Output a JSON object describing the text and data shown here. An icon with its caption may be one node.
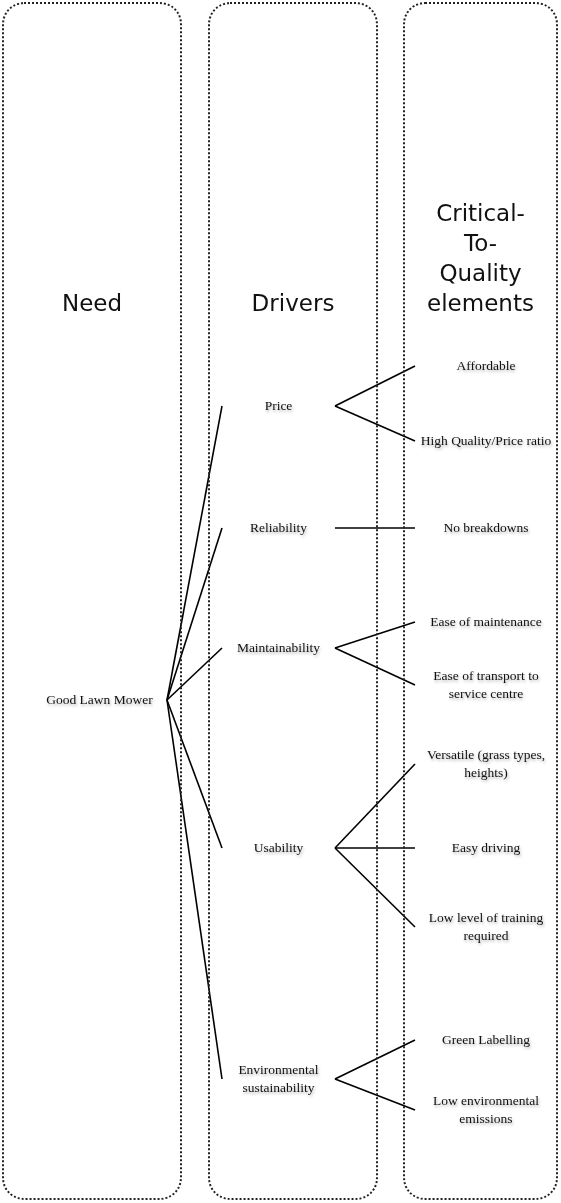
{
  "diagram": {
    "nodes": [
      {
        "text": [
          "Need"
        ]
      },
      {
        "text": [
          "Drivers"
        ]
      },
      {
        "text": [
          "Critical-To-Quality elements"
        ]
      },
      {
        "text": [
          "Good Lawn Mower"
        ],
        "in": 0
      },
      {
        "text": [
          "Price"
        ],
        "in": 1
      },
      {
        "text": [
          "Reliability"
        ],
        "in": 1
      },
      {
        "text": [
          "Maintainability"
        ],
        "in": 1
      },
      {
        "text": [
          "Usability"
        ],
        "in": 1
      },
      {
        "text": [
          "Environmental sustainability"
        ],
        "in": 1
      },
      {
        "text": [
          "Affordable"
        ],
        "in": 2
      },
      {
        "text": [
          "High Quality/Price ratio"
        ],
        "in": 2
      },
      {
        "text": [
          "No breakdowns"
        ],
        "in": 2
      },
      {
        "text": [
          "Ease of maintenance"
        ],
        "in": 2
      },
      {
        "text": [
          "Ease of transport to service centre"
        ],
        "in": 2
      },
      {
        "text": [
          "Versatile (grass types, heights)"
        ],
        "in": 2
      },
      {
        "text": [
          "Easy driving"
        ],
        "in": 2
      },
      {
        "text": [
          "Low level of training required"
        ],
        "in": 2
      },
      {
        "text": [
          "Green Labelling"
        ],
        "in": 2
      },
      {
        "text": [
          "Low environmental emissions"
        ],
        "in": 2
      }
    ],
    "edges": [
      {
        "from": 3,
        "to": 4,
        "arrow": "none"
      },
      {
        "from": 3,
        "to": 5,
        "arrow": "none"
      },
      {
        "from": 3,
        "to": 6,
        "arrow": "none"
      },
      {
        "from": 3,
        "to": 7,
        "arrow": "none"
      },
      {
        "from": 3,
        "to": 8,
        "arrow": "none"
      },
      {
        "from": 4,
        "to": 9,
        "arrow": "none"
      },
      {
        "from": 4,
        "to": 10,
        "arrow": "none"
      },
      {
        "from": 5,
        "to": 11,
        "arrow": "none"
      },
      {
        "from": 6,
        "to": 12,
        "arrow": "none"
      },
      {
        "from": 6,
        "to": 13,
        "arrow": "none"
      },
      {
        "from": 7,
        "to": 14,
        "arrow": "none"
      },
      {
        "from": 7,
        "to": 15,
        "arrow": "none"
      },
      {
        "from": 7,
        "to": 16,
        "arrow": "none"
      },
      {
        "from": 8,
        "to": 17,
        "arrow": "none"
      },
      {
        "from": 8,
        "to": 18,
        "arrow": "none"
      }
    ]
  }
}
